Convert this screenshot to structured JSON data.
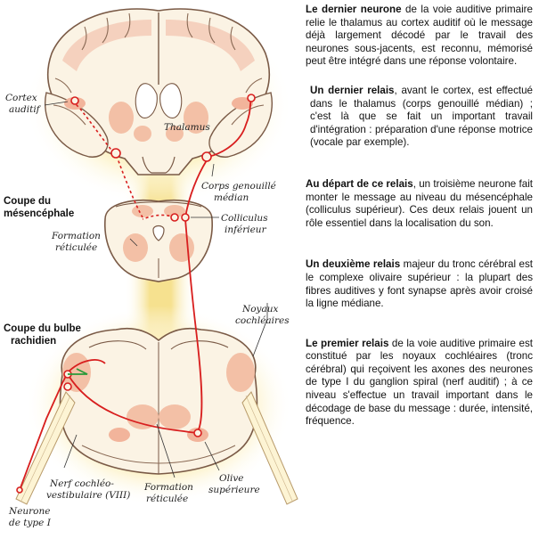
{
  "labels": {
    "cortex_line1": "Cortex",
    "cortex_line2": "auditif",
    "thalamus": "Thalamus",
    "corps_line1": "Corps genouillé",
    "corps_line2": "médian",
    "coupe_mes_line1": "Coupe du",
    "coupe_mes_line2": "mésencéphale",
    "colliculus_line1": "Colliculus",
    "colliculus_line2": "inférieur",
    "formation_top_line1": "Formation",
    "formation_top_line2": "réticulée",
    "coupe_bulbe_line1": "Coupe du bulbe",
    "coupe_bulbe_line2": "rachidien",
    "noyaux_line1": "Noyaux",
    "noyaux_line2": "cochléaires",
    "nerf_line1": "Nerf cochléo-",
    "nerf_line2": "vestibulaire (VIII)",
    "formation_bot_line1": "Formation",
    "formation_bot_line2": "réticulée",
    "olive_line1": "Olive",
    "olive_line2": "supérieure",
    "neurone_line1": "Neurone",
    "neurone_line2": "de type I"
  },
  "paragraphs": [
    {
      "bold": "Le dernier neurone",
      "rest": " de la voie auditive primaire relie le thalamus au cortex auditif où le message déjà largement décodé par le travail des neurones sous-jacents, est reconnu, mémorisé peut être intégré dans une réponse volontaire."
    },
    {
      "bold": "Un dernier relais",
      "rest": ", avant le cortex, est effectué dans le thalamus (corps genouillé médian) ; c'est là que se fait un important travail d'intégration : préparation d'une réponse motrice (vocale par exemple)."
    },
    {
      "bold": "Au départ de ce relais",
      "rest": ", un troisième neurone fait monter le message au niveau du mésencéphale (colliculus supérieur). Ces deux relais jouent un rôle essentiel dans la localisation du son."
    },
    {
      "bold": "Un deuxième relais",
      "rest": " majeur du tronc cérébral est le complexe olivaire supérieur : la plupart des fibres auditives y font synapse après avoir croisé la ligne médiane."
    },
    {
      "bold": "Le premier relais",
      "rest": " de la voie auditive primaire est constitué par les noyaux cochléaires (tronc cérébral) qui reçoivent les axones des neurones de type I du ganglion spiral (nerf auditif) ; à ce niveau s'effectue un travail important dans le décodage de base du message : durée, intensité, fréquence."
    }
  ]
}
